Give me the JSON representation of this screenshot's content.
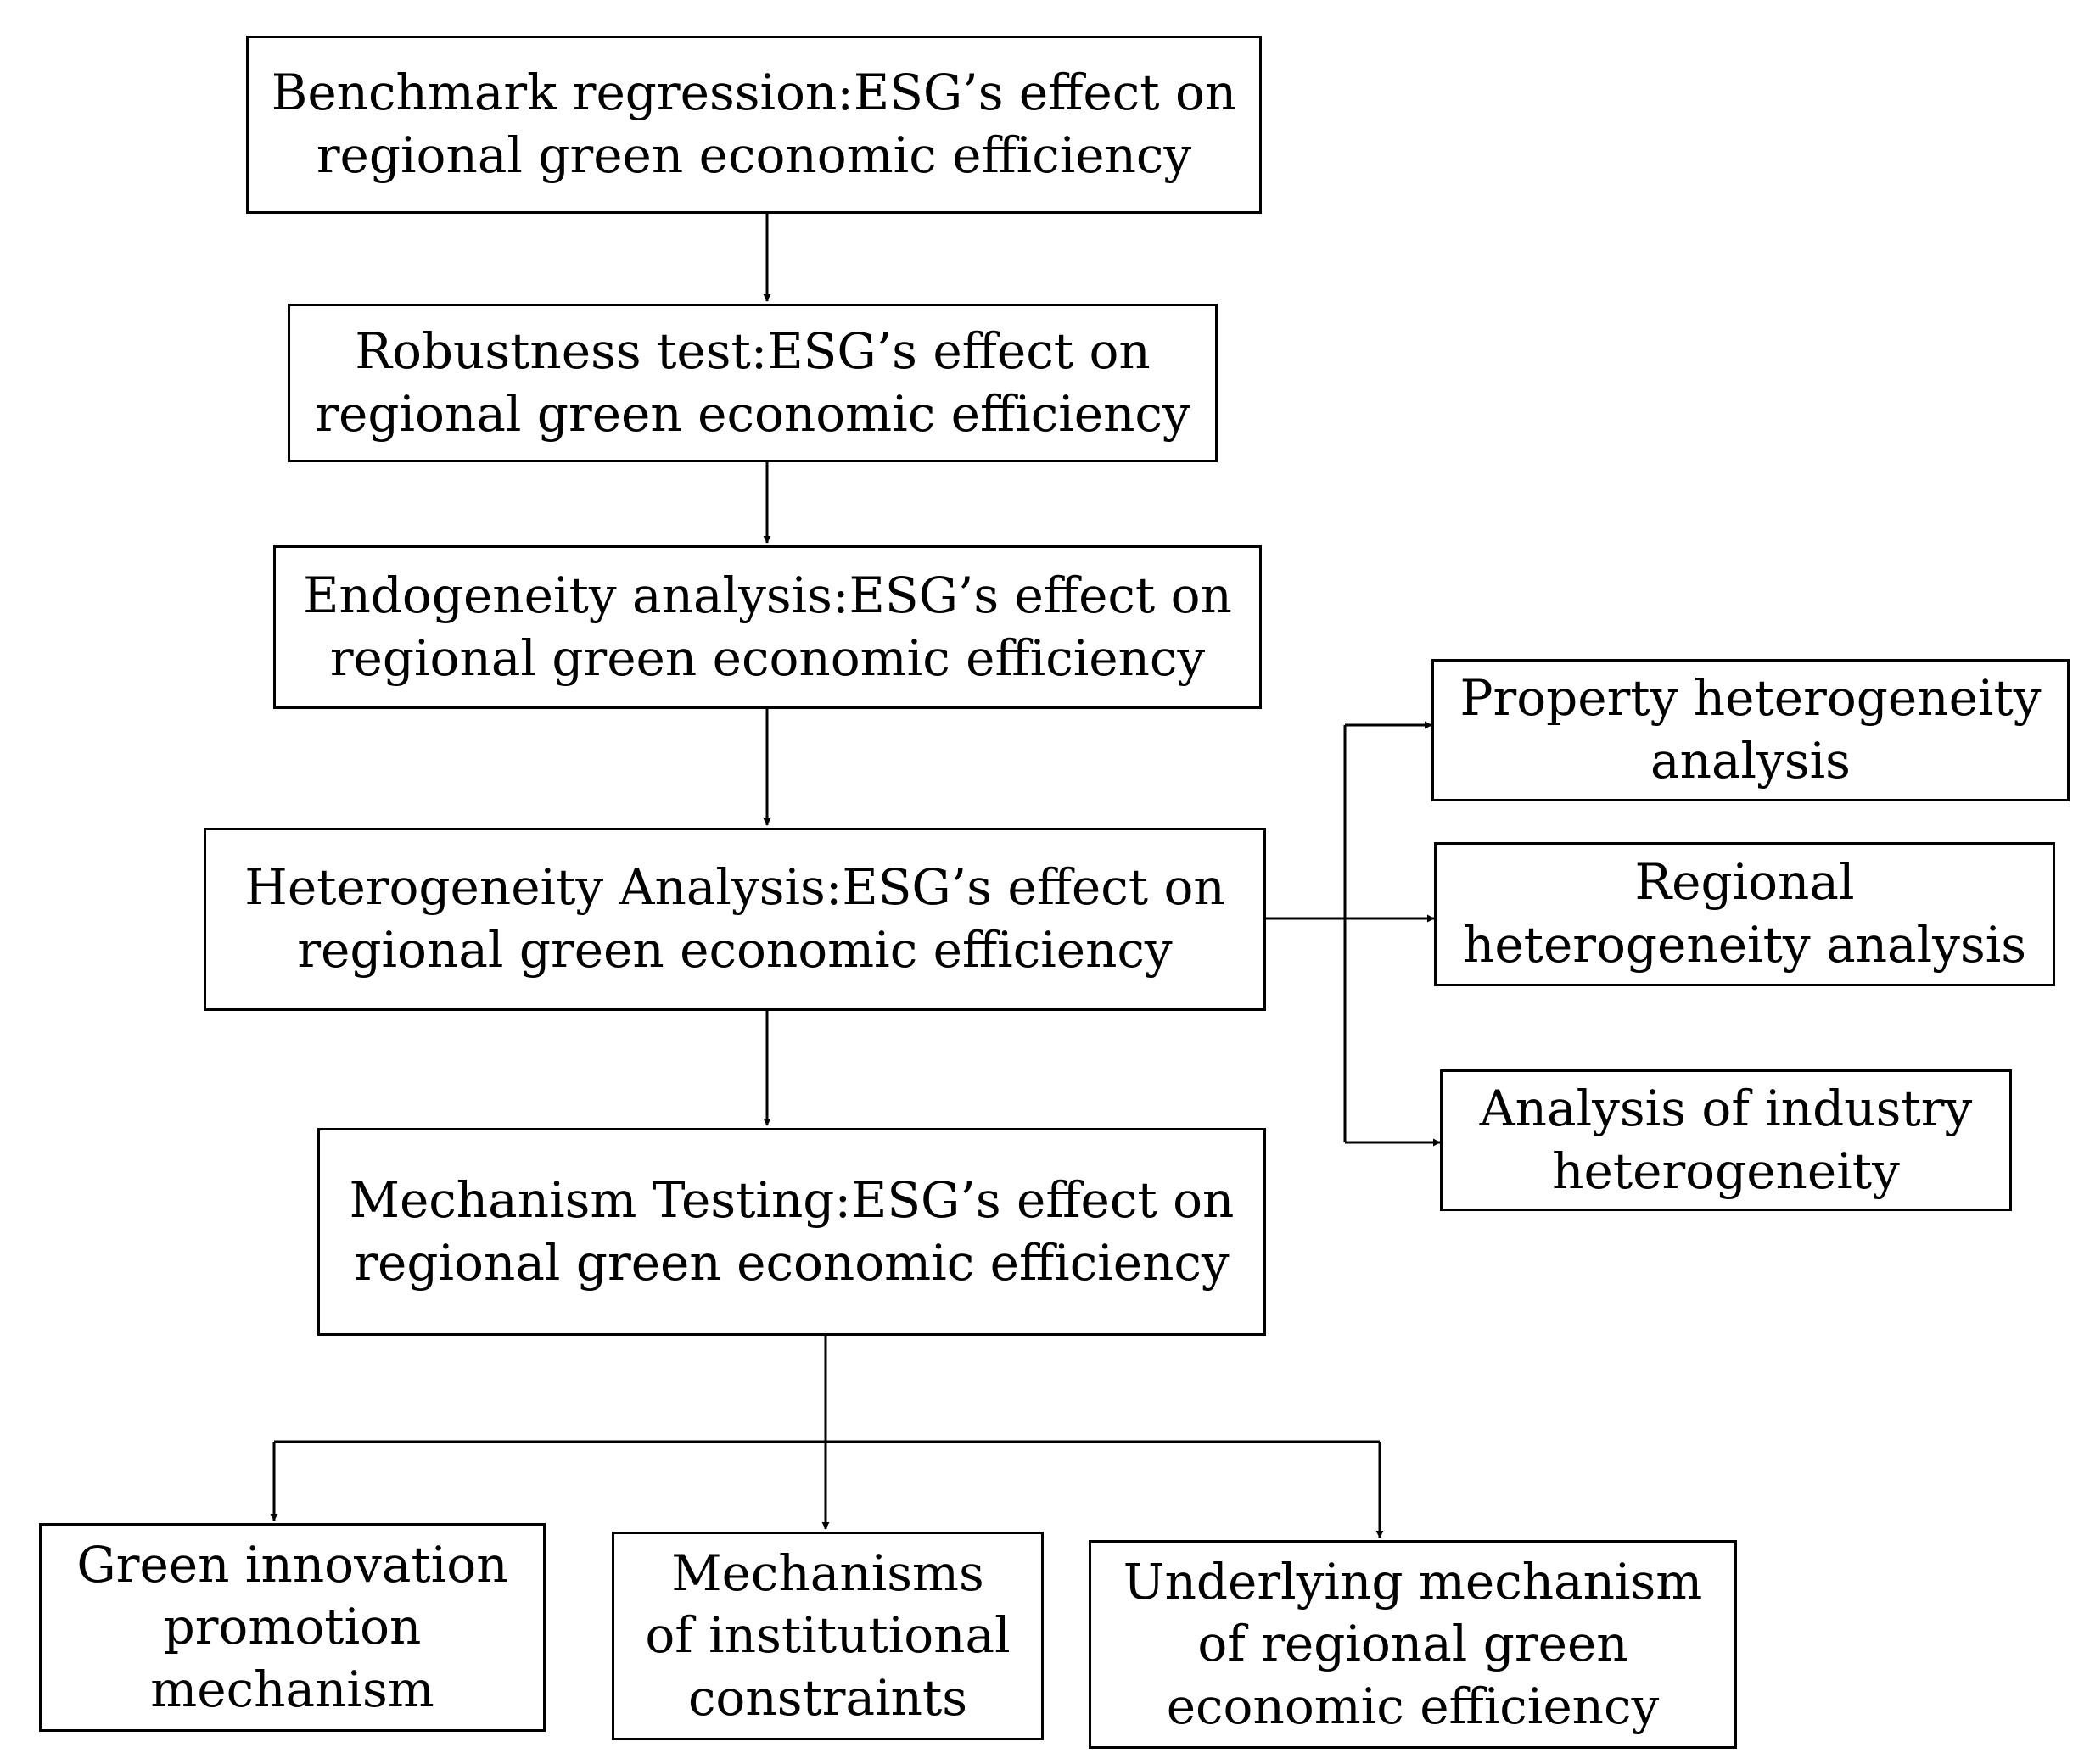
{
  "diagram": {
    "main_steps": [
      {
        "lines": [
          "Benchmark regression:ESG’s effect on",
          "regional green economic efficiency"
        ]
      },
      {
        "lines": [
          "Robustness test:ESG’s effect on",
          "regional green economic efficiency"
        ]
      },
      {
        "lines": [
          "Endogeneity analysis:ESG’s effect on",
          "regional green economic efficiency"
        ]
      },
      {
        "lines": [
          "Heterogeneity Analysis:ESG’s effect on",
          "regional green economic efficiency"
        ]
      },
      {
        "lines": [
          "Mechanism Testing:ESG’s effect on",
          "regional green economic efficiency"
        ]
      }
    ],
    "heterogeneity_branches": [
      {
        "lines": [
          "Property heterogeneity",
          "analysis"
        ]
      },
      {
        "lines": [
          "Regional",
          "heterogeneity analysis"
        ]
      },
      {
        "lines": [
          "Analysis of industry",
          "heterogeneity"
        ]
      }
    ],
    "mechanism_branches": [
      {
        "lines": [
          "Green innovation",
          "promotion",
          "mechanism"
        ]
      },
      {
        "lines": [
          "Mechanisms",
          "of institutional",
          "constraints"
        ]
      },
      {
        "lines": [
          "Underlying mechanism",
          "of regional green",
          "economic efficiency"
        ]
      }
    ],
    "colors": {
      "border": "#000000",
      "text": "#000000",
      "background": "#ffffff"
    }
  }
}
